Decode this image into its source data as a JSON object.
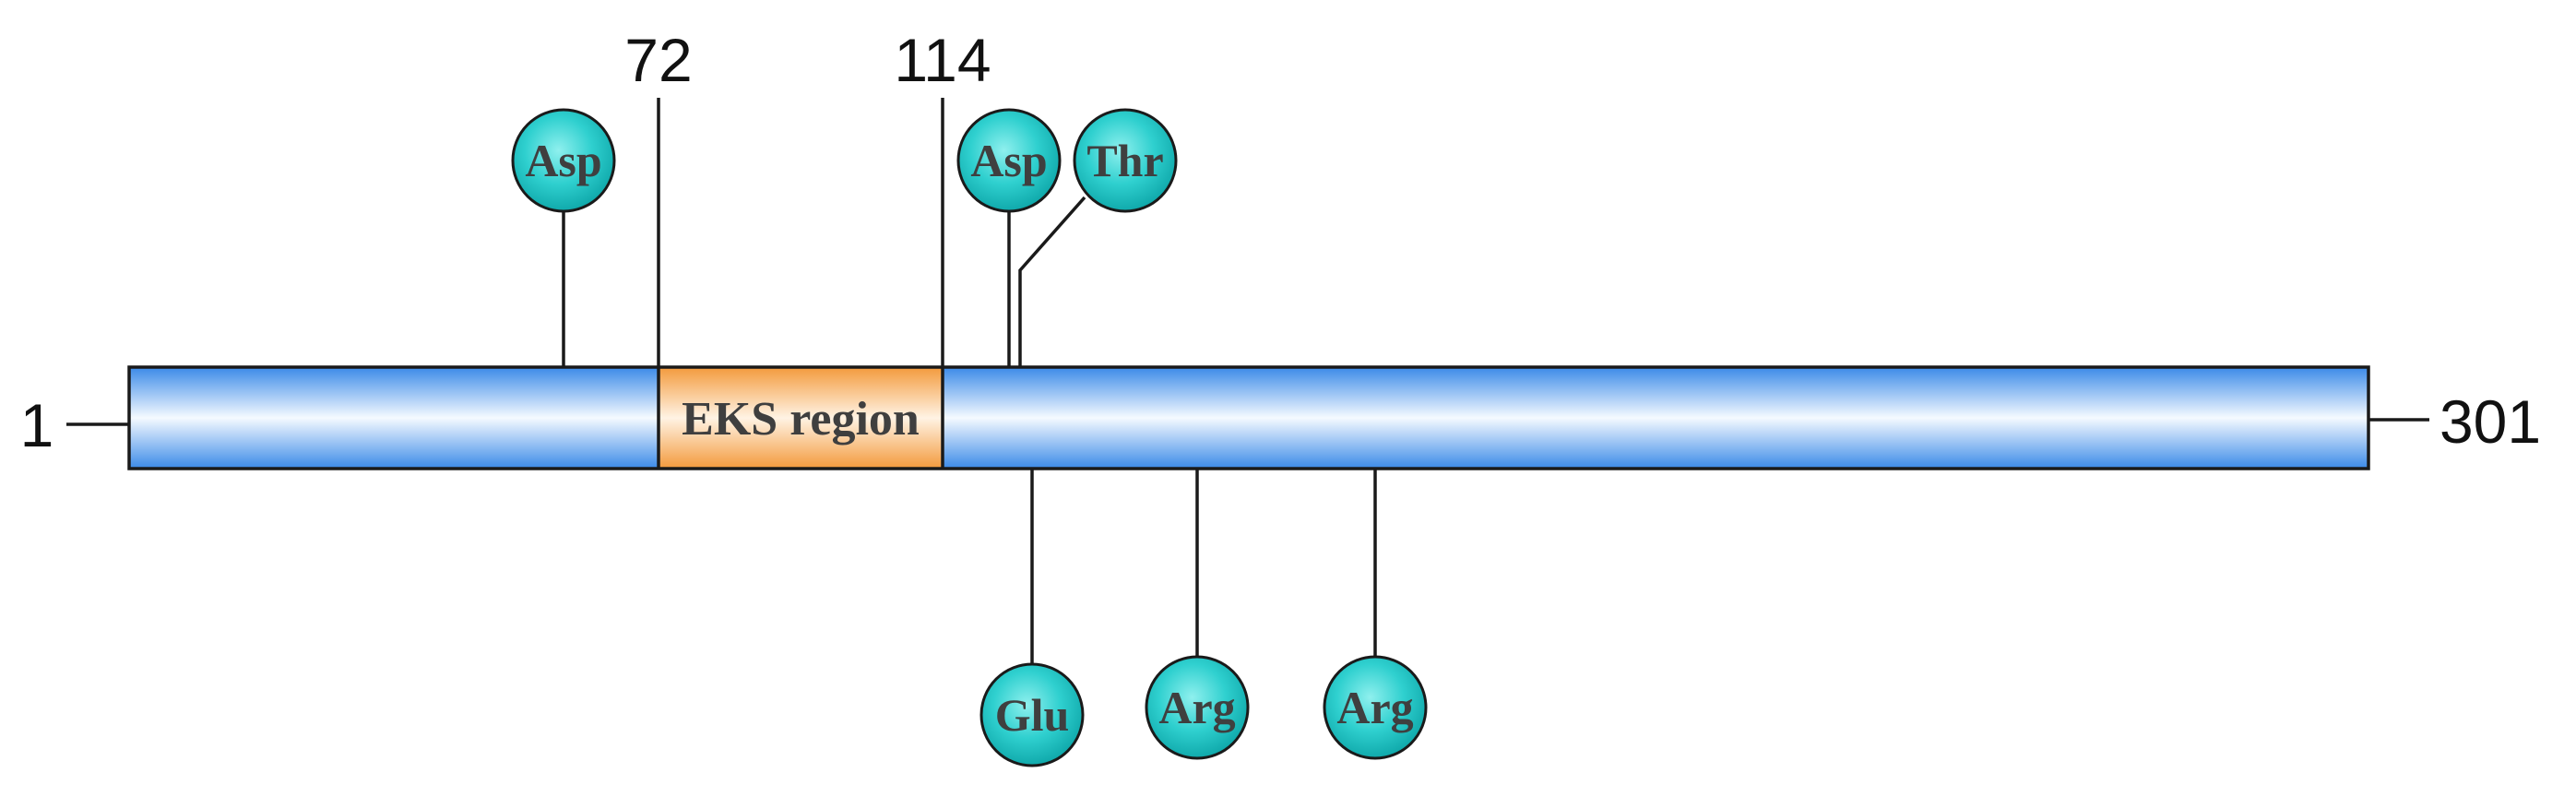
{
  "protein": {
    "start_label": "1",
    "end_label": "301",
    "bar_color": "#4a9bf0",
    "region": {
      "label": "EKS region",
      "start": 72,
      "end": 114,
      "start_label": "72",
      "end_label": "114",
      "color": "#f7a24b"
    }
  },
  "bubble_color": "#22c6c6",
  "sites_above": [
    {
      "label": "Asp"
    },
    {
      "label": "Asp"
    },
    {
      "label": "Thr"
    }
  ],
  "sites_below": [
    {
      "label": "Glu"
    },
    {
      "label": "Arg"
    },
    {
      "label": "Arg"
    }
  ]
}
